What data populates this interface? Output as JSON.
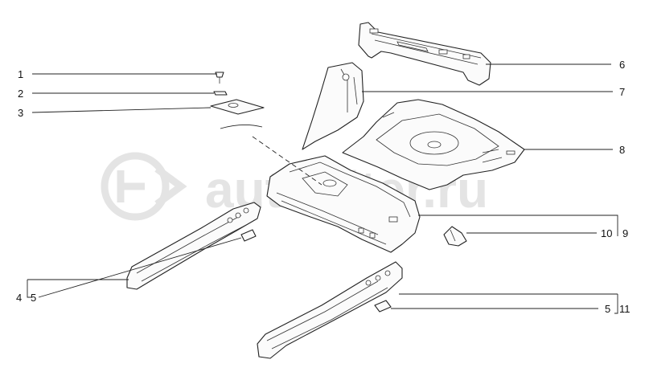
{
  "watermark": {
    "text": "autopiter.ru"
  },
  "callouts": {
    "c1": "1",
    "c2": "2",
    "c3": "3",
    "c4": "4",
    "c5a": "5",
    "c6": "6",
    "c7": "7",
    "c8": "8",
    "c10": "10",
    "c9": "9",
    "c5b": "5",
    "c11": "11"
  },
  "colors": {
    "line": "#222222",
    "watermark": "#e4e4e4",
    "background": "#ffffff"
  }
}
